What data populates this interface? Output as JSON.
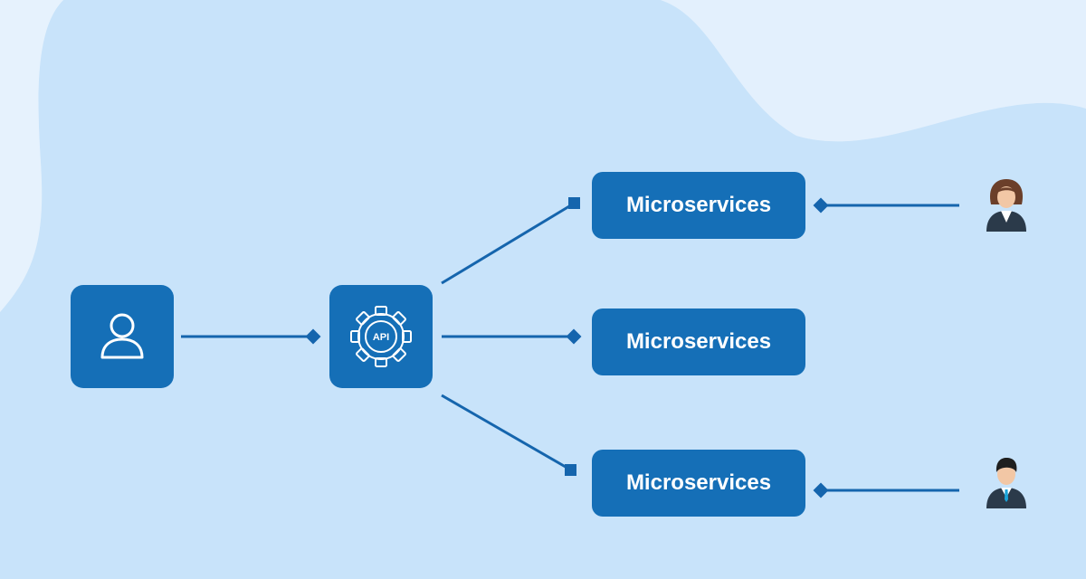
{
  "diagram": {
    "api_label": "API",
    "microservices": [
      {
        "label": "Microservices"
      },
      {
        "label": "Microservices"
      },
      {
        "label": "Microservices"
      }
    ]
  },
  "colors": {
    "background": "#dbecfc",
    "blob": "#c8e3fa",
    "accent": "#156fb7",
    "connector": "#1565ad",
    "text_on_accent": "#ffffff"
  },
  "icons": {
    "client": "user-outline-icon",
    "gateway": "api-gear-icon",
    "user_top": "woman-avatar-icon",
    "user_bottom": "man-avatar-icon"
  }
}
